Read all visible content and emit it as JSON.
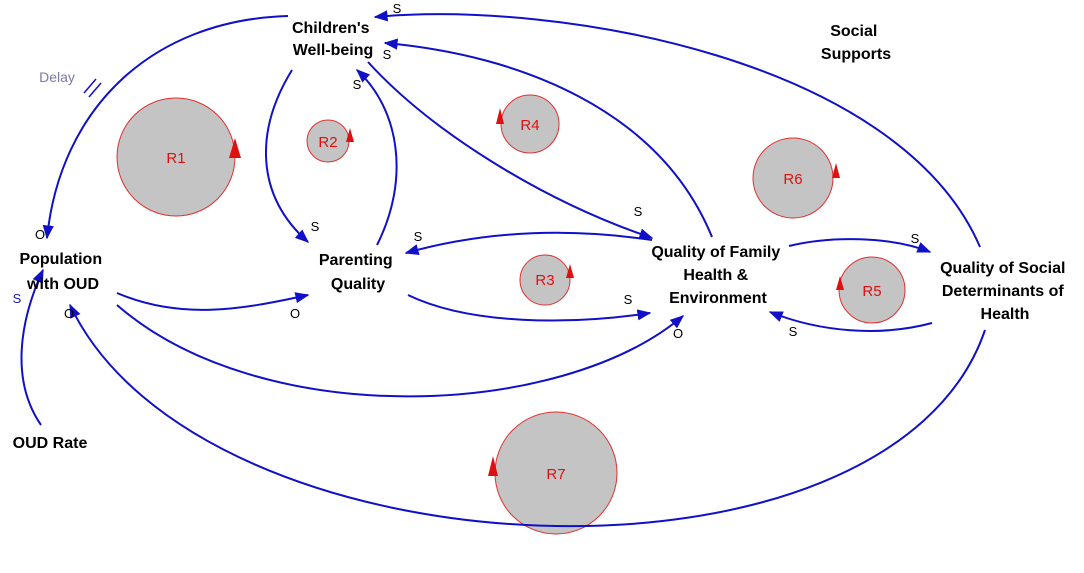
{
  "diagram": {
    "nodes": {
      "children": [
        "Children's",
        "Well-being"
      ],
      "social_supports": [
        "Social",
        "Supports"
      ],
      "population": [
        "Population",
        "with OUD"
      ],
      "parenting": [
        "Parenting",
        "Quality"
      ],
      "family": [
        "Quality of Family",
        "Health &",
        "Environment"
      ],
      "social_det": [
        "Quality of Social",
        "Determinants of",
        "Health"
      ],
      "oud_rate": "OUD Rate"
    },
    "delay_label": "Delay",
    "loops": [
      "R1",
      "R2",
      "R3",
      "R4",
      "R5",
      "R6",
      "R7"
    ],
    "polarities": {
      "top_s": "S",
      "children_from_family": "S",
      "children_from_parenting": "S",
      "population_from_children": "O",
      "population_from_rate": "S",
      "population_from_socdet": "O",
      "parenting_from_children": "S",
      "parenting_from_family": "S",
      "parenting_from_population": "O",
      "family_from_children": "S",
      "family_from_parenting": "S",
      "family_from_population": "O",
      "socdet_from_family": "S",
      "family_from_socdet": "S"
    },
    "colors": {
      "link": "#1010c8",
      "loop_fill": "#c4c4c4",
      "loop_label": "#e01010"
    }
  }
}
